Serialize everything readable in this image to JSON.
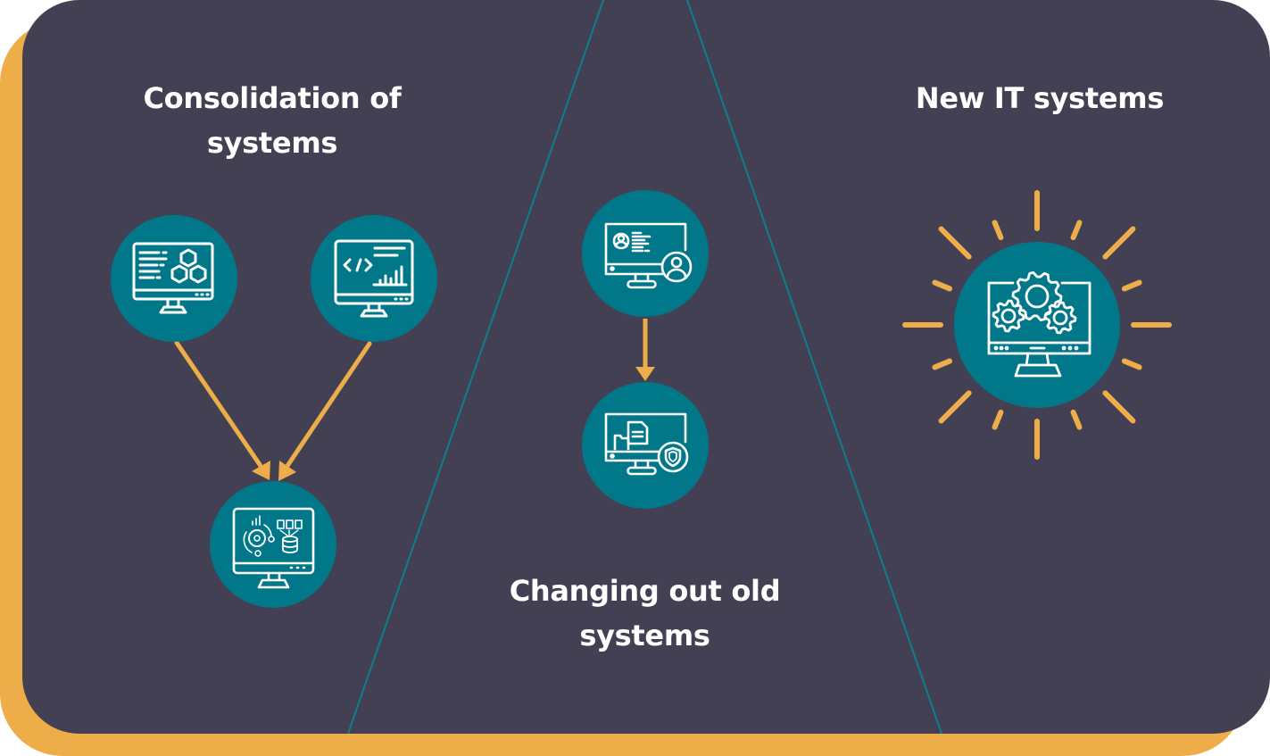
{
  "colors": {
    "background": "#434053",
    "accent_orange": "#EDAE4A",
    "circle_teal": "#00788A",
    "divider_teal": "#0E7E8E",
    "icon_stroke": "#FFFFFF"
  },
  "sections": [
    {
      "title": "Consolidation of systems",
      "title_lines": [
        "Consolidation of",
        "systems"
      ],
      "nodes": [
        {
          "icon": "monitor-code-hexagons-icon"
        },
        {
          "icon": "monitor-code-chart-icon"
        },
        {
          "icon": "monitor-gear-database-icon"
        }
      ],
      "flow": "two sources merge into one"
    },
    {
      "title": "Changing out old systems",
      "title_lines": [
        "Changing out old",
        "systems"
      ],
      "nodes": [
        {
          "icon": "monitor-user-profile-icon"
        },
        {
          "icon": "monitor-files-shield-icon"
        }
      ],
      "flow": "old replaced by new"
    },
    {
      "title": "New IT systems",
      "title_lines": [
        "New IT systems"
      ],
      "nodes": [
        {
          "icon": "monitor-gears-icon"
        }
      ],
      "flow": "radiating burst"
    }
  ]
}
